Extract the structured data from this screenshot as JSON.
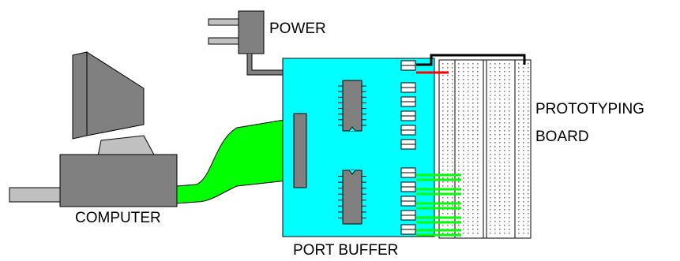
{
  "labels": {
    "power": "POWER",
    "prototyping_line1": "PROTOTYPING",
    "prototyping_line2": "BOARD",
    "computer": "COMPUTER",
    "port_buffer": "PORT BUFFER"
  },
  "colors": {
    "background": "#ffffff",
    "outline": "#000000",
    "device_gray": "#808080",
    "device_light": "#c0c0c0",
    "buffer_board": "#00ffff",
    "ribbon_cable": "#00ff00",
    "power_wire": "#ff0000",
    "breadboard": "#ffffff",
    "breadboard_hole": "#808080"
  },
  "icons": {
    "computer": "desktop-computer-icon",
    "power": "power-adapter-icon",
    "chip": "ic-chip-icon",
    "breadboard": "breadboard-icon"
  },
  "components": {
    "buffer_connector_rows": 13,
    "connected_data_rows": 4
  }
}
